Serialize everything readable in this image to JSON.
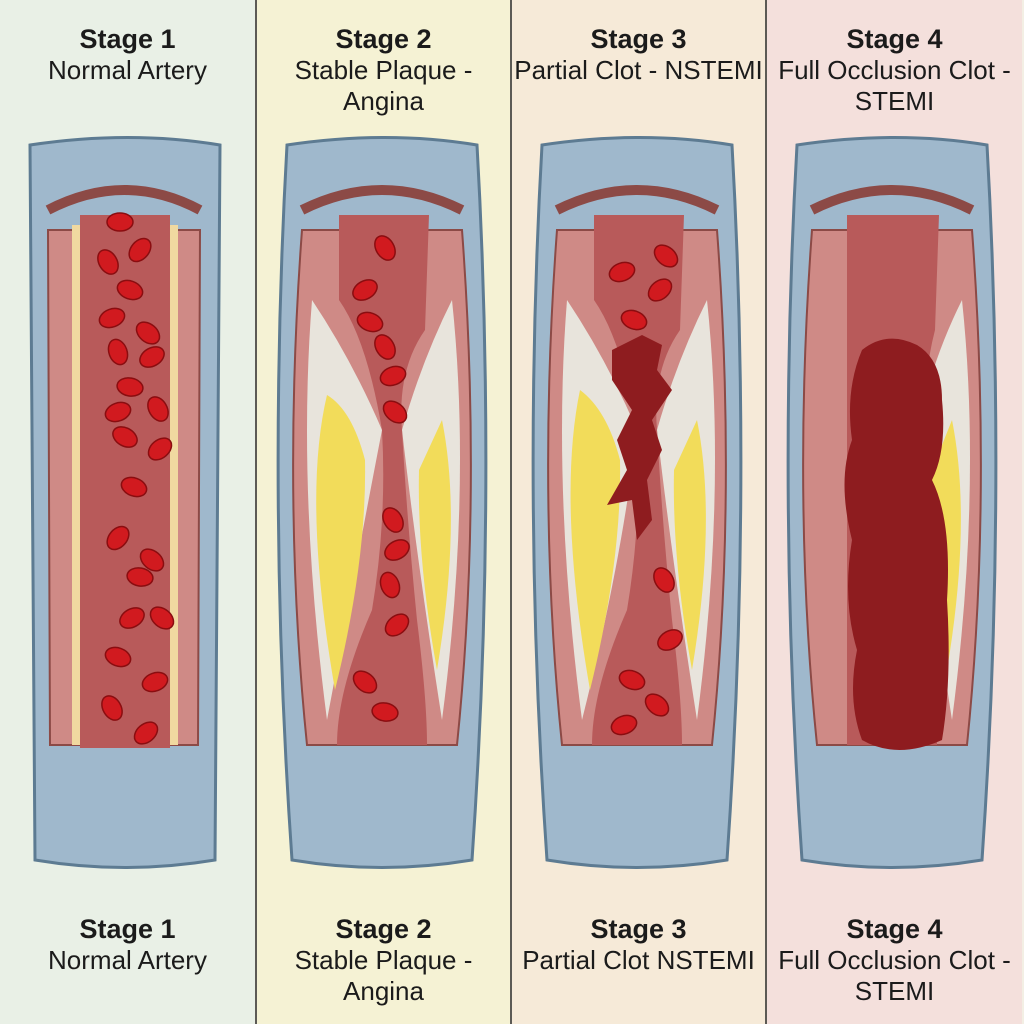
{
  "stages": [
    {
      "top": {
        "stage": "Stage 1",
        "desc": "Normal Artery"
      },
      "bottom": {
        "stage": "Stage 1",
        "desc": "Normal Artery"
      }
    },
    {
      "top": {
        "stage": "Stage 2",
        "desc": "Stable Plaque - Angina"
      },
      "bottom": {
        "stage": "Stage 2",
        "desc": "Stable Plaque - Angina"
      }
    },
    {
      "top": {
        "stage": "Stage 3",
        "desc": "Partial Clot - NSTEMI"
      },
      "bottom": {
        "stage": "Stage 3",
        "desc": "Partial Clot NSTEMI"
      }
    },
    {
      "top": {
        "stage": "Stage 4",
        "desc": "Full Occlusion Clot - STEMI"
      },
      "bottom": {
        "stage": "Stage 4",
        "desc": "Full Occlusion Clot - STEMI"
      }
    }
  ],
  "colors": {
    "outer_wall": "#9fb8cc",
    "muscle_layer": "#cf8a86",
    "lumen": "#b85a5a",
    "blood_cell": "#d11a1f",
    "plaque": "#f2dc5a",
    "clot": "#8e1c1f"
  }
}
